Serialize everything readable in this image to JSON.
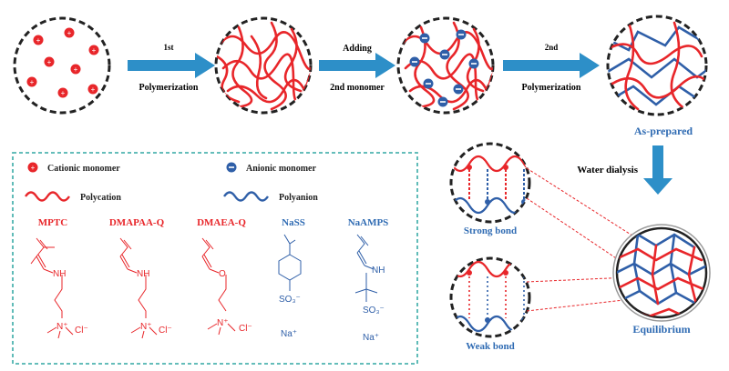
{
  "steps": {
    "step1_sup": "1st",
    "step1_label": "Polymerization",
    "step2_top": "Adding",
    "step2_label": "2nd monomer",
    "step3_sup": "2nd",
    "step3_label": "Polymerization"
  },
  "labels": {
    "as_prepared": "As-prepared",
    "water_dialysis": "Water dialysis",
    "strong_bond": "Strong bond",
    "weak_bond": "Weak bond",
    "equilibrium": "Equilibrium"
  },
  "legend": {
    "cationic_monomer": "Cationic monomer",
    "anionic_monomer": "Anionic monomer",
    "polycation": "Polycation",
    "polyanion": "Polyanion"
  },
  "monomers": [
    {
      "name": "MPTC",
      "type": "cationic"
    },
    {
      "name": "DMAPAA-Q",
      "type": "cationic"
    },
    {
      "name": "DMAEA-Q",
      "type": "cationic"
    },
    {
      "name": "NaSS",
      "type": "anionic"
    },
    {
      "name": "NaAMPS",
      "type": "anionic"
    }
  ],
  "chem_labels": {
    "nh": "NH",
    "o": "O",
    "n_plus": "N⁺",
    "cl": "Cl⁻",
    "so3": "SO₃⁻",
    "na": "Na⁺"
  },
  "colors": {
    "cation": "#e8262a",
    "anion": "#2f5fa8",
    "arrow": "#2d8fc8",
    "legend_border": "#4fb4b0",
    "label_blue": "#2f6bb3"
  }
}
